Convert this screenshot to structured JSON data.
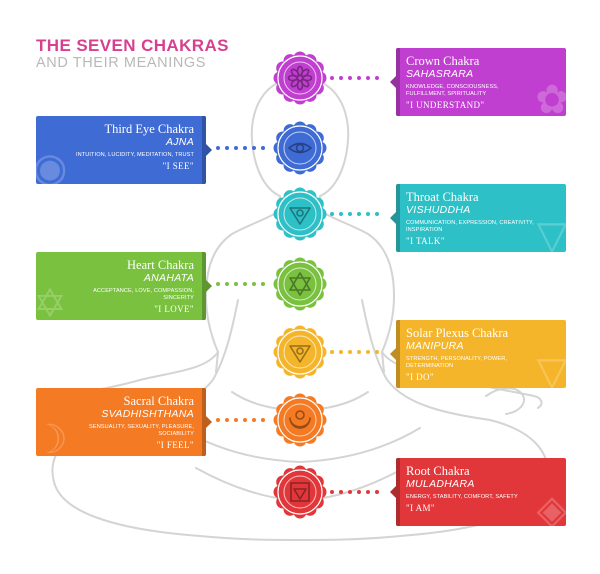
{
  "header": {
    "title": "THE SEVEN CHAKRAS",
    "subtitle": "AND THEIR MEANINGS"
  },
  "chakras": [
    {
      "name": "Crown Chakra",
      "sanskrit": "SAHASRARA",
      "meanings": "KNOWLEDGE, CONSCIOUSNESS, FULFILLMENT, SPIRITUALITY",
      "mantra": "\"I UNDERSTAND\"",
      "color": "#c13fd0",
      "icon": "lotus-icon"
    },
    {
      "name": "Third Eye Chakra",
      "sanskrit": "AJNA",
      "meanings": "INTUITION, LUCIDITY, MEDITATION, TRUST",
      "mantra": "\"I SEE\"",
      "color": "#3f6bd5",
      "icon": "eye-icon"
    },
    {
      "name": "Throat Chakra",
      "sanskrit": "VISHUDDHA",
      "meanings": "COMMUNICATION, EXPRESSION, CREATIVITY, INSPIRATION",
      "mantra": "\"I TALK\"",
      "color": "#2ec0c7",
      "icon": "downward-triangle-icon"
    },
    {
      "name": "Heart Chakra",
      "sanskrit": "ANAHATA",
      "meanings": "ACCEPTANCE, LOVE, COMPASSION, SINCERITY",
      "mantra": "\"I LOVE\"",
      "color": "#79c13e",
      "icon": "hexagram-icon"
    },
    {
      "name": "Solar Plexus Chakra",
      "sanskrit": "MANIPURA",
      "meanings": "STRENGTH, PERSONALITY, POWER, DETERMINATION",
      "mantra": "\"I DO\"",
      "color": "#f5b52a",
      "icon": "downward-triangle-icon"
    },
    {
      "name": "Sacral Chakra",
      "sanskrit": "SVADHISHTHANA",
      "meanings": "SENSUALITY, SEXUALITY, PLEASURE, SOCIABILITY",
      "mantra": "\"I FEEL\"",
      "color": "#f47a24",
      "icon": "crescent-icon"
    },
    {
      "name": "Root Chakra",
      "sanskrit": "MULADHARA",
      "meanings": "ENERGY, STABILITY, COMFORT, SAFETY",
      "mantra": "\"I AM\"",
      "color": "#e2373a",
      "icon": "square-triangle-icon"
    }
  ]
}
